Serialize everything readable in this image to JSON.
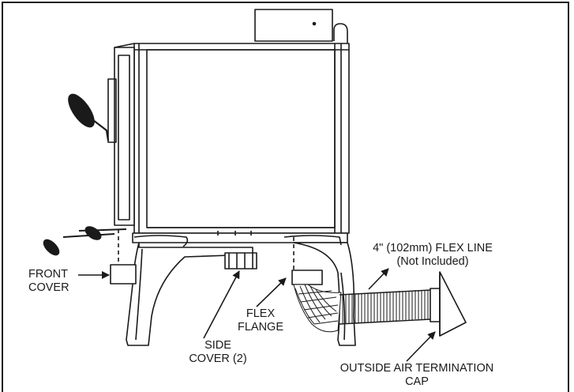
{
  "labels": {
    "front_cover": [
      "FRONT",
      "COVER"
    ],
    "side_cover": [
      "SIDE",
      "COVER (2)"
    ],
    "flex_flange": [
      "FLEX",
      "FLANGE"
    ],
    "flex_line": [
      "4\" (102mm) FLEX LINE",
      "(Not Included)"
    ],
    "termination_cap": [
      "OUTSIDE AIR TERMINATION",
      "CAP"
    ]
  },
  "colors": {
    "line": "#1a1a1a",
    "background": "#ffffff"
  }
}
